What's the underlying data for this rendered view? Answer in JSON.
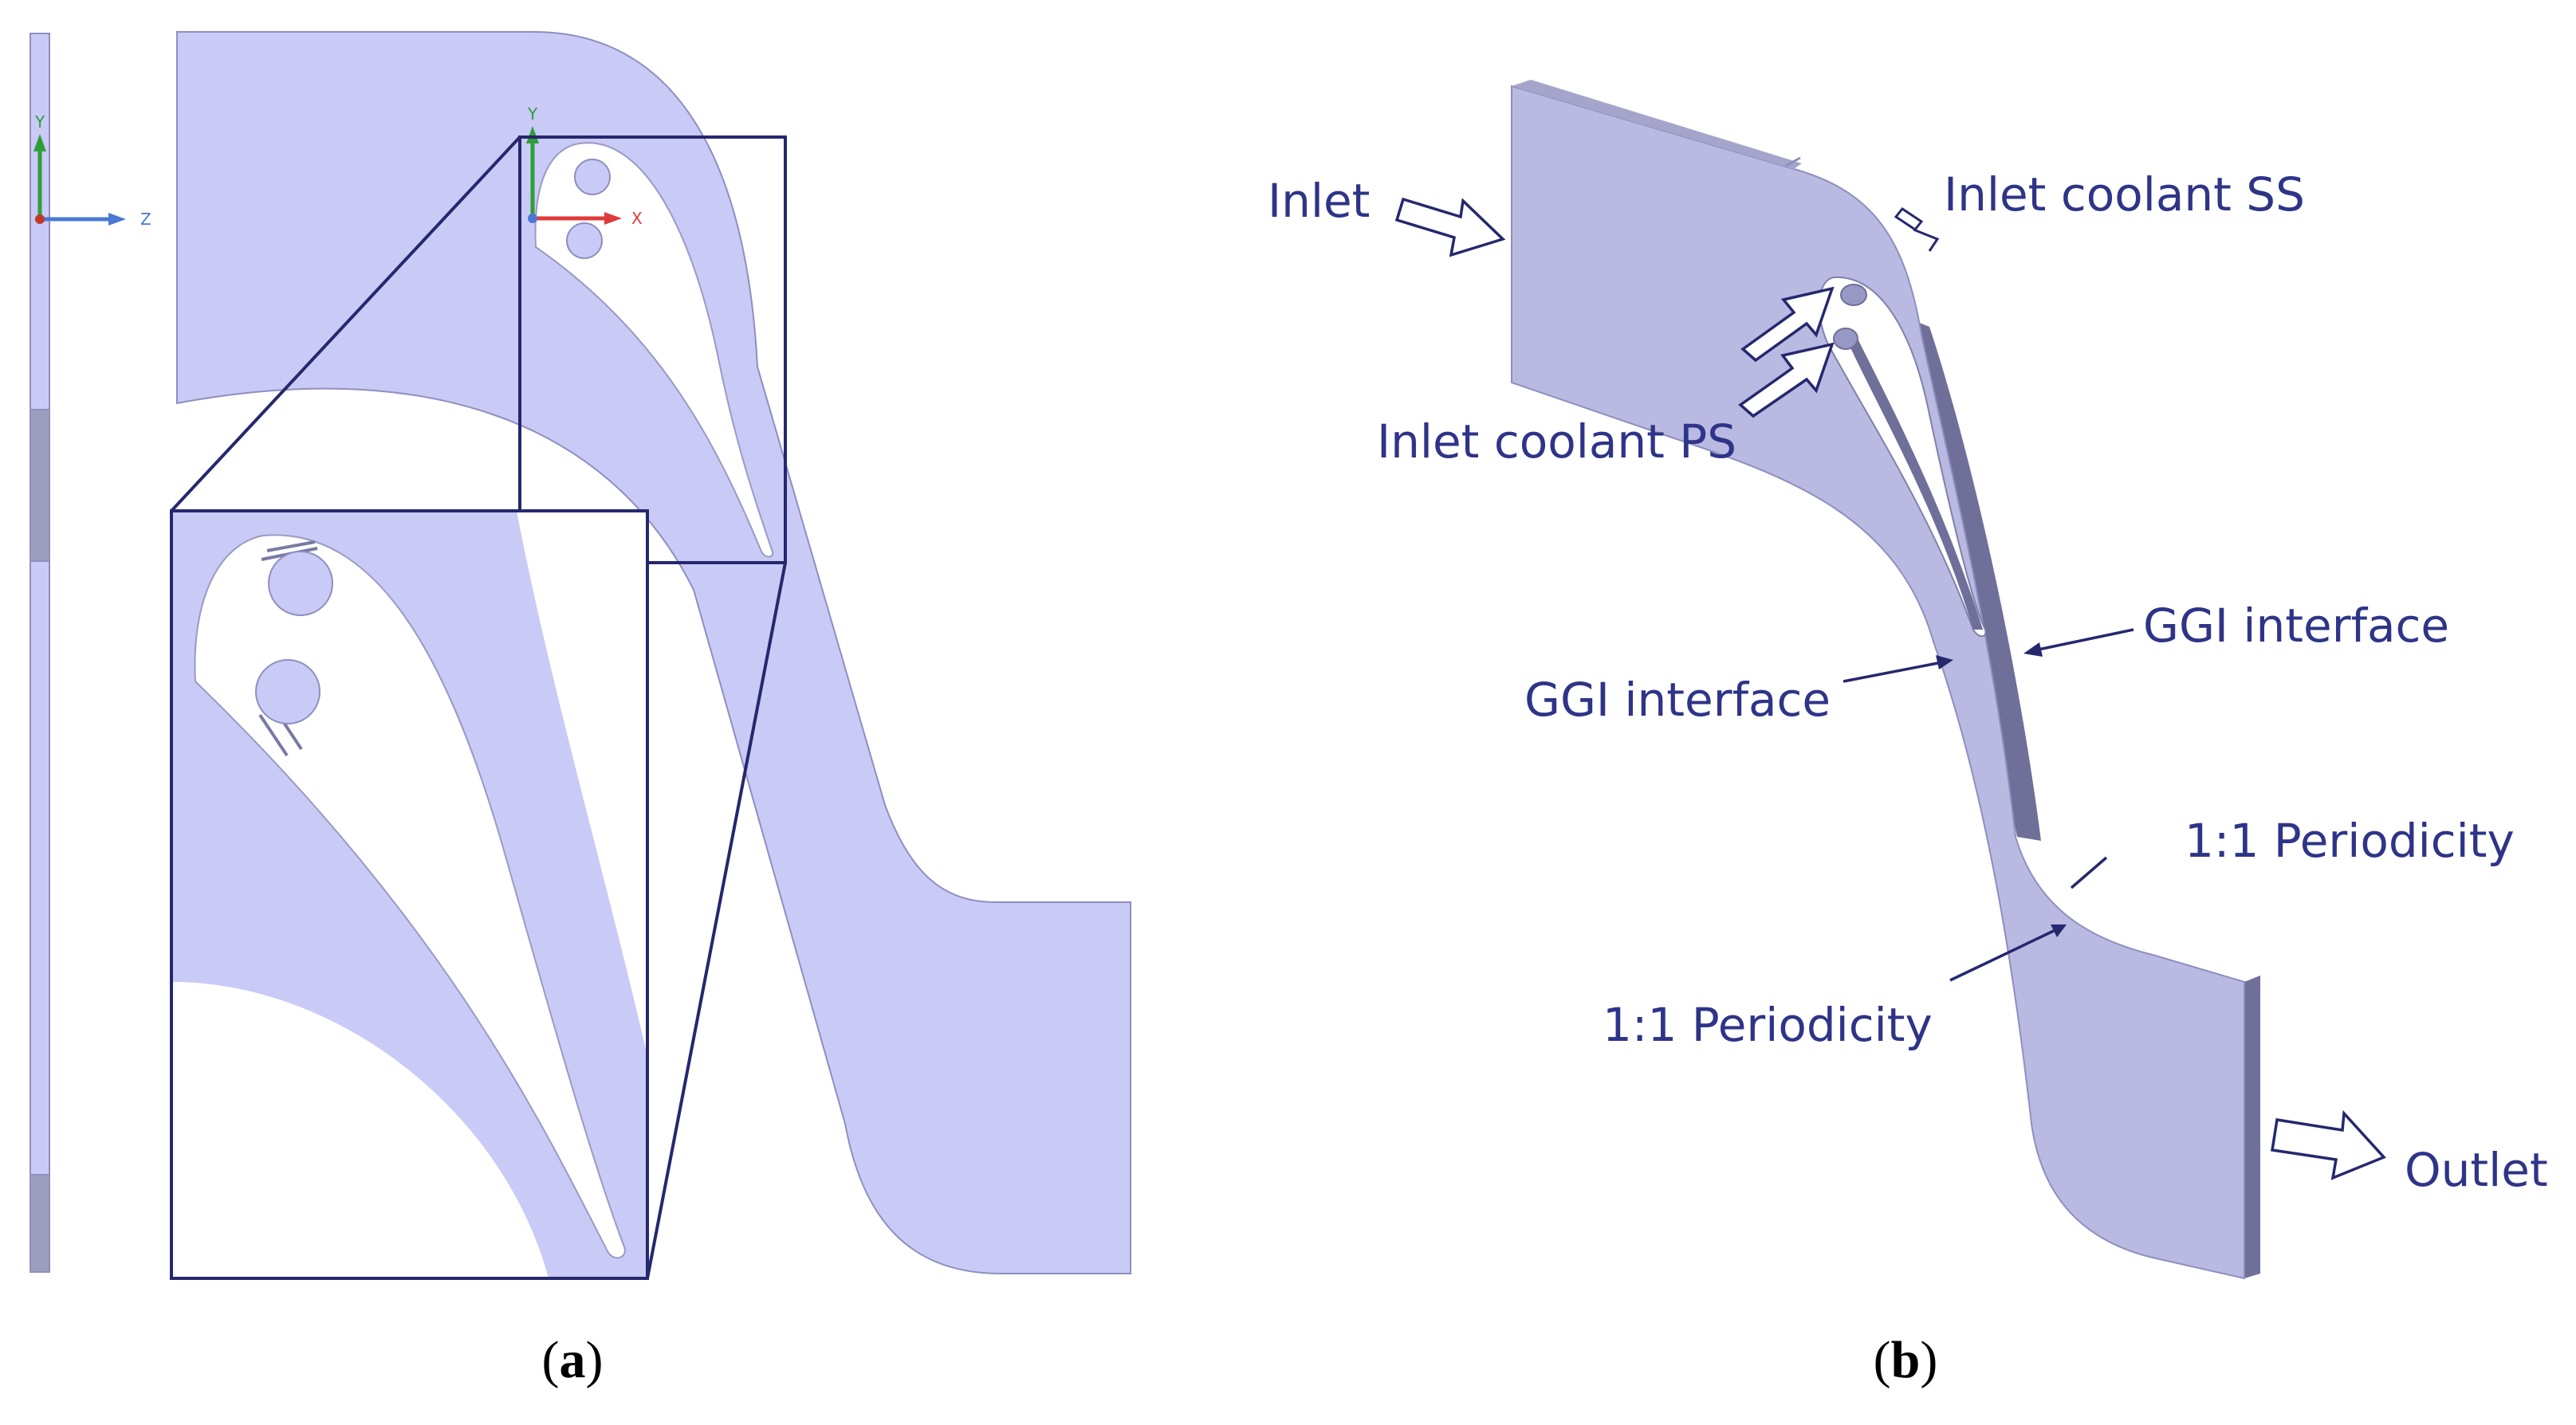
{
  "colors": {
    "fluid": "#c9caf6",
    "fluid3d": "#b9b9e2",
    "edge3d": "#6f6f9a",
    "outline": "#25286e",
    "label": "#2e3487",
    "axis_y": "#2f9e3a",
    "axis_x": "#e03b3b",
    "axis_z": "#4a78d6"
  },
  "axes_left": {
    "vertical": "Y",
    "horizontal": "Z"
  },
  "axes_top": {
    "vertical": "Y",
    "horizontal": "X"
  },
  "panel_a": {
    "caption_open": "(",
    "caption_letter": "a",
    "caption_close": ")"
  },
  "panel_b": {
    "caption_open": "(",
    "caption_letter": "b",
    "caption_close": ")",
    "labels": {
      "inlet": "Inlet",
      "inlet_coolant_ss": "Inlet coolant SS",
      "inlet_coolant_ps": "Inlet coolant PS",
      "ggi_interface_right": "GGI interface",
      "ggi_interface_left": "GGI interface",
      "periodicity_right": "1:1 Periodicity",
      "periodicity_left": "1:1 Periodicity",
      "outlet": "Outlet"
    }
  }
}
